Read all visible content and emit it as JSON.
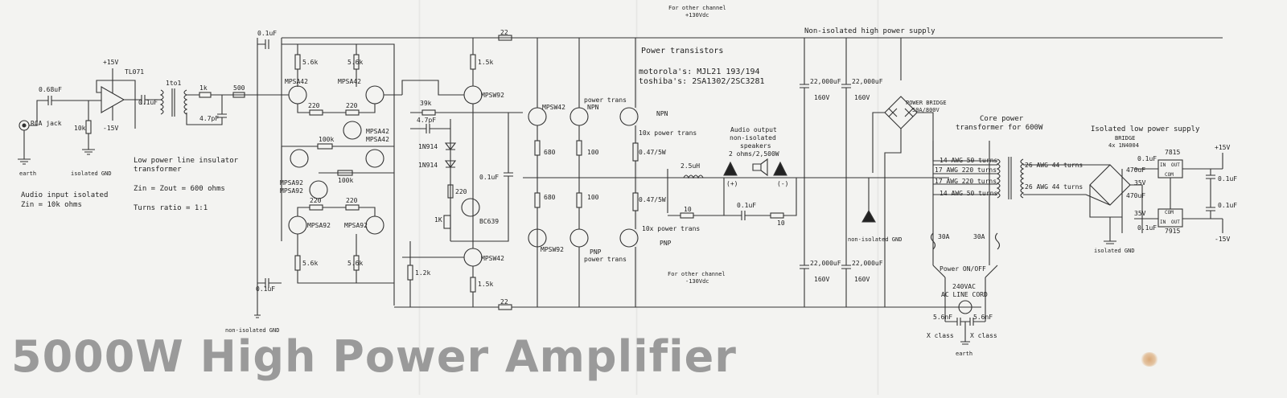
{
  "title": "5000W High Power Amplifier",
  "notes": {
    "top_supply_pos": [
      "For other channel",
      "+130Vdc"
    ],
    "top_supply_neg": [
      "For other channel",
      "-130Vdc"
    ],
    "non_isolated_supply": "Non-isolated high power supply",
    "power_transistors": "Power transistors",
    "motorola": "motorola's: MJL21 193/194",
    "toshiba": "toshiba's: 2SA1302/2SC3281",
    "audio_input": [
      "Audio input isolated",
      "Zin = 10k ohms"
    ],
    "line_insulator": [
      "Low power line insulator",
      "transformer"
    ],
    "zin_zout": "Zin = Zout = 600 ohms",
    "turns_ratio": "Turns ratio = 1:1",
    "audio_output": [
      "Audio output",
      "non-isolated",
      "speakers",
      "2 ohms/2,500W"
    ],
    "power_bridge": [
      "POWER BRIDGE",
      "50A/800V"
    ],
    "core_transformer": [
      "Core power",
      "transformer for 600W"
    ],
    "isolated_low_supply": "Isolated low power supply",
    "bridge_diodes": [
      "BRIDGE",
      "4x 1N4004"
    ],
    "non_isolated_gnd": "non-isolated GND",
    "isolated_gnd": "isolated GND",
    "earth": "earth",
    "power_switch": "Power ON/OFF",
    "line_cord": [
      "240VAC",
      "AC LINE CORD"
    ],
    "x_class": "X class"
  },
  "labels": {
    "rca": "RCA jack",
    "c_in": "0.68uF",
    "r10k": "10k",
    "v_pos15": "+15V",
    "v_neg15": "-15V",
    "opamp": "TL071",
    "c01": "0.1uF",
    "ratio": "1to1",
    "r1k": "1k",
    "c47": "4.7pF",
    "r500": "500",
    "r56k": "5.6k",
    "mpsa42": "MPSA42",
    "mpsa92": "MPSA92",
    "r220": "220",
    "r100k": "100k",
    "r39k": "39k",
    "r15k": "1.5k",
    "mpsw92": "MPSW92",
    "mpsw42": "MPSW42",
    "r12k": "1.2k",
    "d1n914": "1N914",
    "r1k_trim": "1K",
    "bc639": "BC639",
    "r680": "680",
    "r100": "100",
    "r22": "22",
    "r047": "0.47/5W",
    "npn": "NPN",
    "pnp": "PNP",
    "power_trans_npn": [
      "power trans",
      "NPN"
    ],
    "power_trans_pnp": [
      "PNP",
      "power trans"
    ],
    "ten_power_trans": "10x power trans",
    "l25": "2.5uH",
    "r10": "10",
    "plus": "(+)",
    "minus": "(-)",
    "c22000": "22,000uF",
    "v160": "160V",
    "w14_50": "14 AWG 50 turns",
    "w17_220": "17 AWG 220 turns",
    "w26_44": "26 AWG 44 turns",
    "c470": "470uF",
    "v35": "35V",
    "reg7815": "7815",
    "reg7915": "7915",
    "reg_in": "IN",
    "reg_out": "OUT",
    "reg_com": "COM",
    "out_p15": "+15V",
    "out_n15": "-15V",
    "fuse30": "30A",
    "c56n": "5.6nF"
  }
}
